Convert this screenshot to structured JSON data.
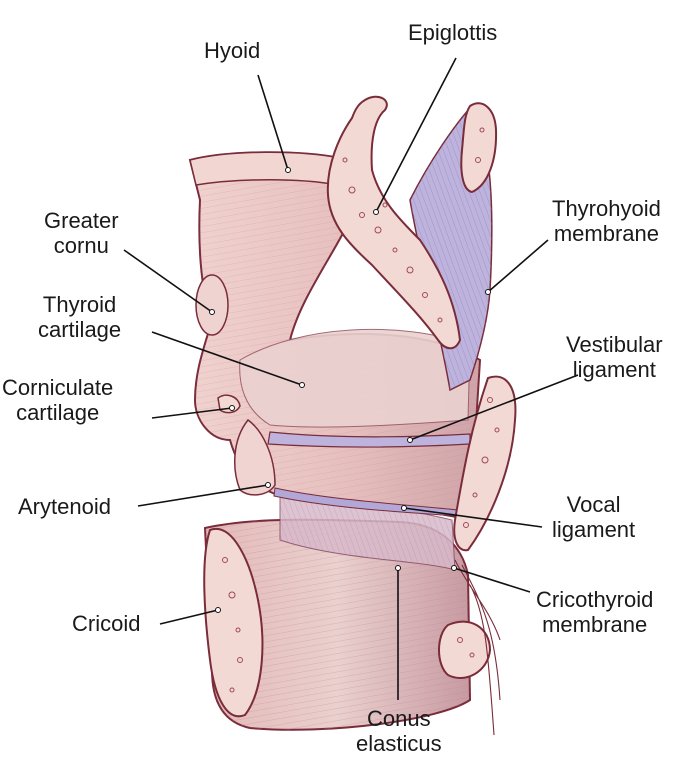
{
  "labels": {
    "hyoid": "Hyoid",
    "epiglottis": "Epiglottis",
    "greater_cornu": [
      "Greater",
      "cornu"
    ],
    "thyrohyoid_membrane": [
      "Thyrohyoid",
      "membrane"
    ],
    "thyroid_cartilage": [
      "Thyroid",
      "cartilage"
    ],
    "vestibular_ligament": [
      "Vestibular",
      "ligament"
    ],
    "corniculate_cartilage": [
      "Corniculate",
      "cartilage"
    ],
    "arytenoid": "Arytenoid",
    "vocal_ligament": [
      "Vocal",
      "ligament"
    ],
    "cricoid": "Cricoid",
    "cricothyroid_membrane": [
      "Cricothyroid",
      "membrane"
    ],
    "conus_elasticus": [
      "Conus",
      "elasticus"
    ]
  },
  "colors": {
    "cartilage_fill": "#e9c7c4",
    "cartilage_cut": "#f2d9d3",
    "outline": "#7a2c3a",
    "membrane": "#a9a0cf",
    "leader_line": "#111111"
  }
}
